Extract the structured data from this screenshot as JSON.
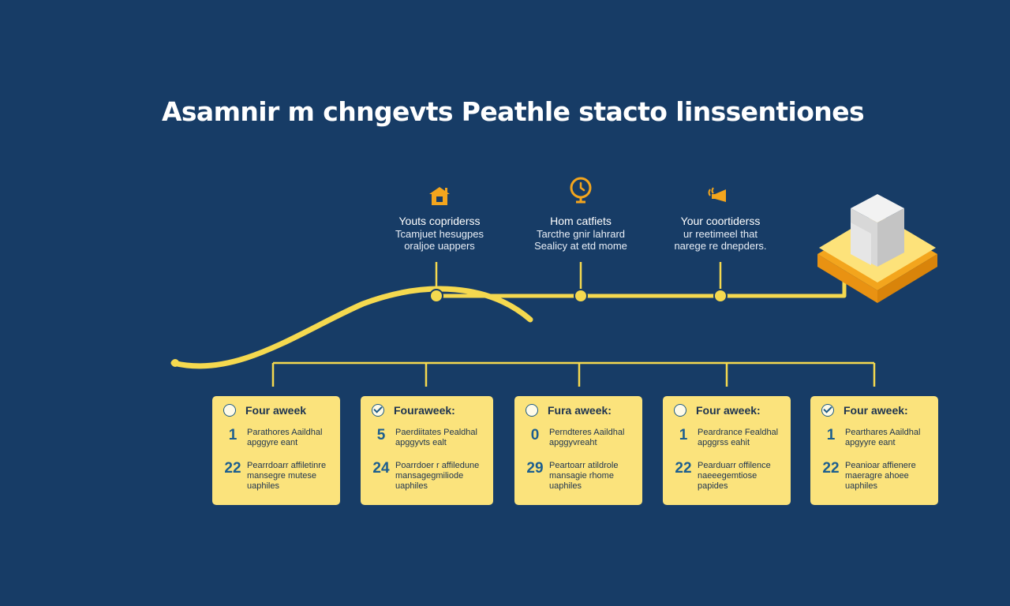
{
  "title": "Asamnir m chngevts Peathle stacto linssentiones",
  "colors": {
    "background": "#173c66",
    "accent": "#f5d94f",
    "card": "#fbe37c",
    "number": "#1c5e8f"
  },
  "milestones": [
    {
      "icon": "house-icon",
      "title": "Youts copriderss",
      "lines": [
        "Tcamjuet hesugpes",
        "oraljoe uappers"
      ]
    },
    {
      "icon": "clock-icon",
      "title": "Hom catfiets",
      "lines": [
        "Tarcthe gnir lahrard",
        "Sealicy at etd mome"
      ]
    },
    {
      "icon": "megaphone-icon",
      "title": "Your coortiderss",
      "lines": [
        "ur reetimeel that",
        "narege re dnepders."
      ]
    }
  ],
  "cards": [
    {
      "checked": false,
      "header": "Four aweek",
      "n1": "1",
      "t1": [
        "Parathores Aaildhal",
        "apggyre eant"
      ],
      "n2": "22",
      "t2": [
        "Pearrdoarr affiletinre",
        "mansegre mutese",
        "uaphiles"
      ]
    },
    {
      "checked": true,
      "header": "Fouraweek:",
      "n1": "5",
      "t1": [
        "Paerdiitates Pealdhal",
        "apggyvts ealt"
      ],
      "n2": "24",
      "t2": [
        "Poarrdoer r affiledune",
        "mansagegmiliode",
        "uaphiles"
      ]
    },
    {
      "checked": false,
      "header": "Fura aweek:",
      "n1": "0",
      "t1": [
        "Perndteres Aaildhal",
        "apggyvreaht"
      ],
      "n2": "29",
      "t2": [
        "Peartoarr atildrole",
        "mansagie rhome",
        "uaphiles"
      ]
    },
    {
      "checked": false,
      "header": "Four aweek:",
      "n1": "1",
      "t1": [
        "Peardrance Fealdhal",
        "apggrss eahit"
      ],
      "n2": "22",
      "t2": [
        "Pearduarr offilence",
        "naeeegemtiose",
        "papides"
      ]
    },
    {
      "checked": true,
      "header": "Four aweek:",
      "n1": "1",
      "t1": [
        "Pearthares Aaildhal",
        "apgyyre eant"
      ],
      "n2": "22",
      "t2": [
        "Peanioar affienere",
        "maeragre ahoee",
        "uaphiles"
      ]
    }
  ]
}
